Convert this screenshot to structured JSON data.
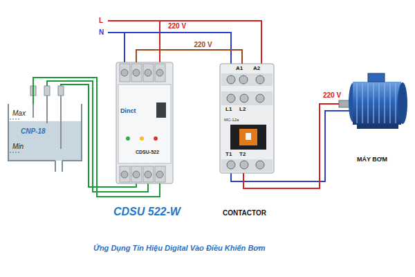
{
  "diagram": {
    "caption": "Ứng Dụng Tín Hiệu Digital Vào Điều Khiển Bơm",
    "nodes": [
      {
        "text": [
          "Max",
          "CNP-18",
          "Min"
        ]
      },
      {
        "text": [
          "Dinct",
          "CDSU-522",
          "CDSU 522-W"
        ]
      },
      {
        "text": [
          "MC-12a",
          "CONTACTOR"
        ]
      },
      {
        "text": [
          "MÁY BƠM"
        ]
      }
    ],
    "edges": [
      {
        "from": 0,
        "to": 1,
        "arrow": "none"
      },
      {
        "from": 1,
        "to": 2,
        "label": "220 V",
        "arrow": "none"
      },
      {
        "from": 2,
        "to": 3,
        "label": "220 V",
        "arrow": "none"
      }
    ],
    "labels": [
      "L",
      "N",
      "220 V",
      "A1",
      "A2",
      "L1",
      "L2",
      "T1",
      "T2"
    ]
  }
}
